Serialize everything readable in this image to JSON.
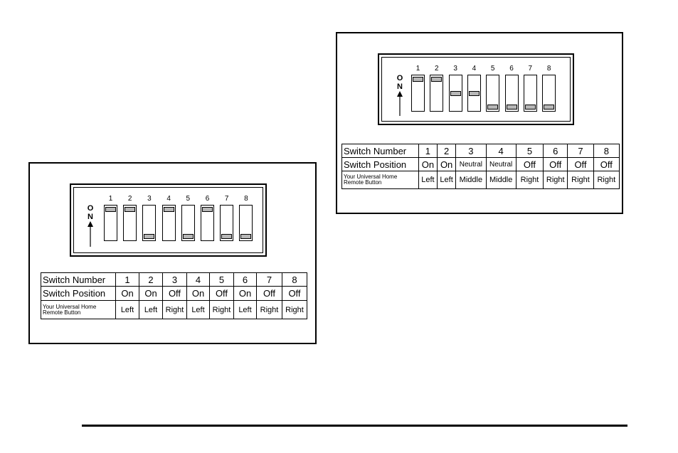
{
  "figures": [
    {
      "on_label": "O\nN",
      "switch_numbers": [
        "1",
        "2",
        "3",
        "4",
        "5",
        "6",
        "7",
        "8"
      ],
      "switch_levels": [
        "on",
        "on",
        "off",
        "on",
        "off",
        "on",
        "off",
        "off"
      ],
      "table": {
        "row_headers": [
          "Switch Number",
          "Switch Position",
          "Your Universal Home Remote Button"
        ],
        "numbers": [
          "1",
          "2",
          "3",
          "4",
          "5",
          "6",
          "7",
          "8"
        ],
        "positions": [
          "On",
          "On",
          "Off",
          "On",
          "Off",
          "On",
          "Off",
          "Off"
        ],
        "buttons": [
          "Left",
          "Left",
          "Right",
          "Left",
          "Right",
          "Left",
          "Right",
          "Right"
        ]
      }
    },
    {
      "on_label": "O\nN",
      "switch_numbers": [
        "1",
        "2",
        "3",
        "4",
        "5",
        "6",
        "7",
        "8"
      ],
      "switch_levels": [
        "on",
        "on",
        "neutral",
        "neutral",
        "off",
        "off",
        "off",
        "off"
      ],
      "table": {
        "row_headers": [
          "Switch Number",
          "Switch Position",
          "Your Universal Home Remote Button"
        ],
        "numbers": [
          "1",
          "2",
          "3",
          "4",
          "5",
          "6",
          "7",
          "8"
        ],
        "positions": [
          "On",
          "On",
          "Neutral",
          "Neutral",
          "Off",
          "Off",
          "Off",
          "Off"
        ],
        "buttons": [
          "Left",
          "Left",
          "Middle",
          "Middle",
          "Right",
          "Right",
          "Right",
          "Right"
        ]
      }
    }
  ]
}
